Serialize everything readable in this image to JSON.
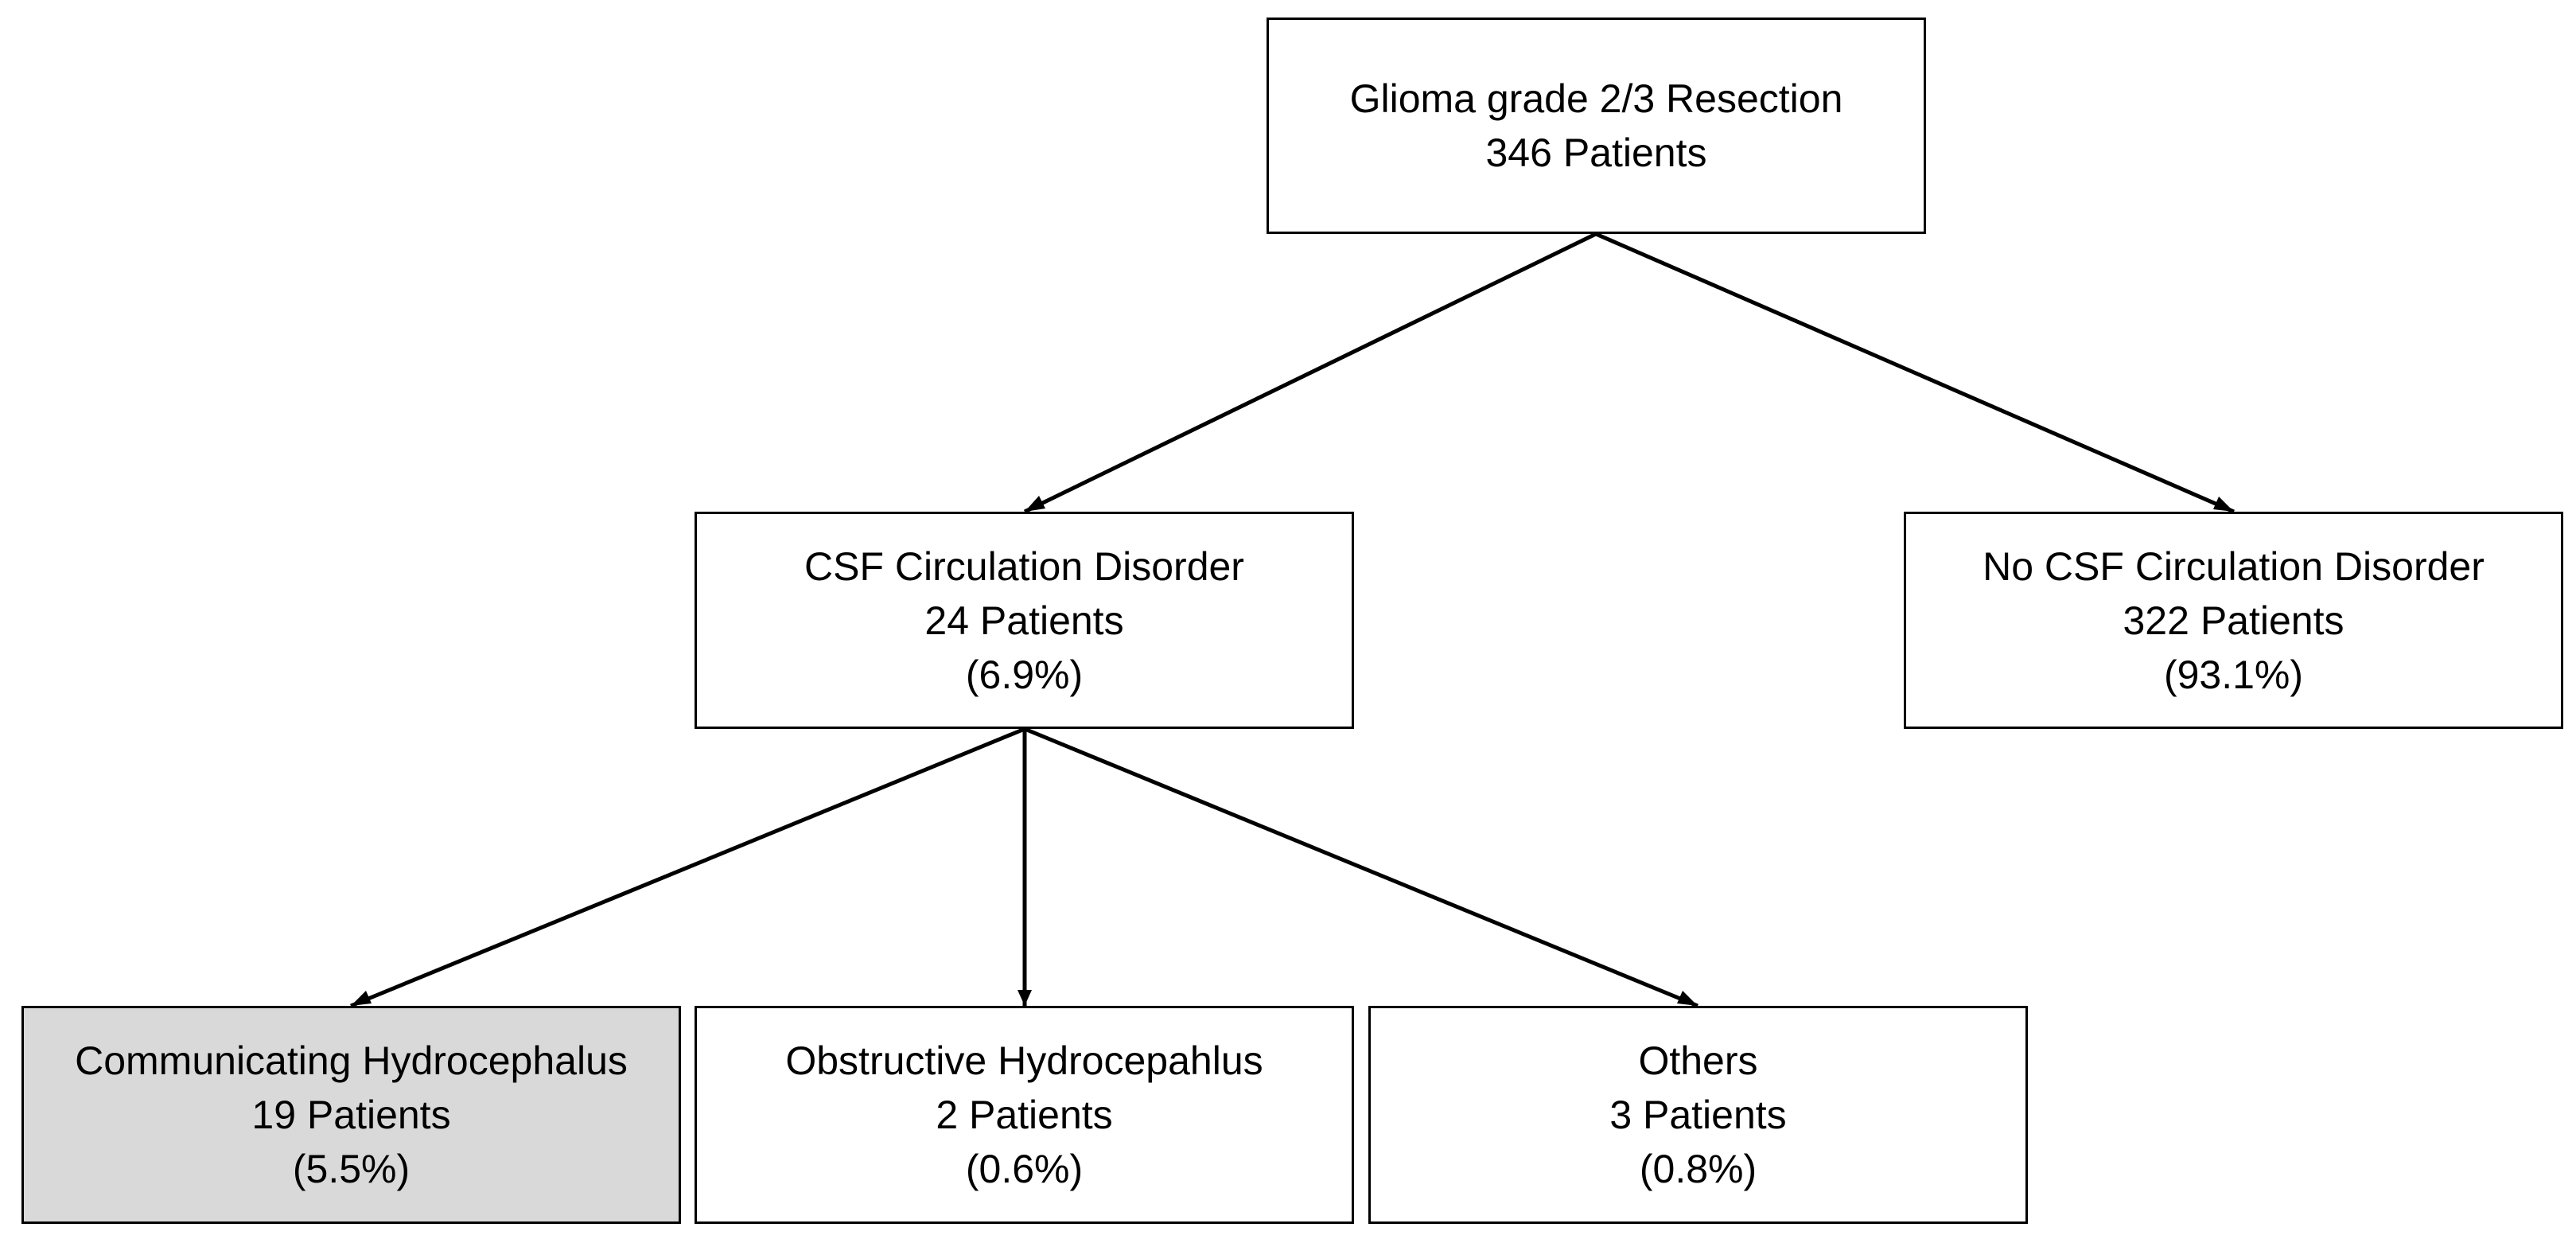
{
  "nodes": {
    "root": {
      "title": "Glioma grade 2/3 Resection",
      "count": "346 Patients"
    },
    "csf": {
      "title": "CSF Circulation Disorder",
      "count": "24 Patients",
      "percent": "(6.9%)"
    },
    "no_csf": {
      "title": "No CSF Circulation Disorder",
      "count": "322 Patients",
      "percent": "(93.1%)"
    },
    "communicating": {
      "title": "Communicating Hydrocephalus",
      "count": "19 Patients",
      "percent": "(5.5%)",
      "fill_color": "#d9d9d9"
    },
    "obstructive": {
      "title": "Obstructive Hydrocepahlus",
      "count": "2 Patients",
      "percent": "(0.6%)"
    },
    "others": {
      "title": "Others",
      "count": "3 Patients",
      "percent": "(0.8%)"
    }
  },
  "edges": [
    {
      "from": "root",
      "to": "csf"
    },
    {
      "from": "root",
      "to": "no_csf"
    },
    {
      "from": "csf",
      "to": "communicating"
    },
    {
      "from": "csf",
      "to": "obstructive"
    },
    {
      "from": "csf",
      "to": "others"
    }
  ],
  "colors": {
    "line": "#000000",
    "box_border": "#000000",
    "box_fill": "#ffffff",
    "highlight_fill": "#d9d9d9"
  }
}
